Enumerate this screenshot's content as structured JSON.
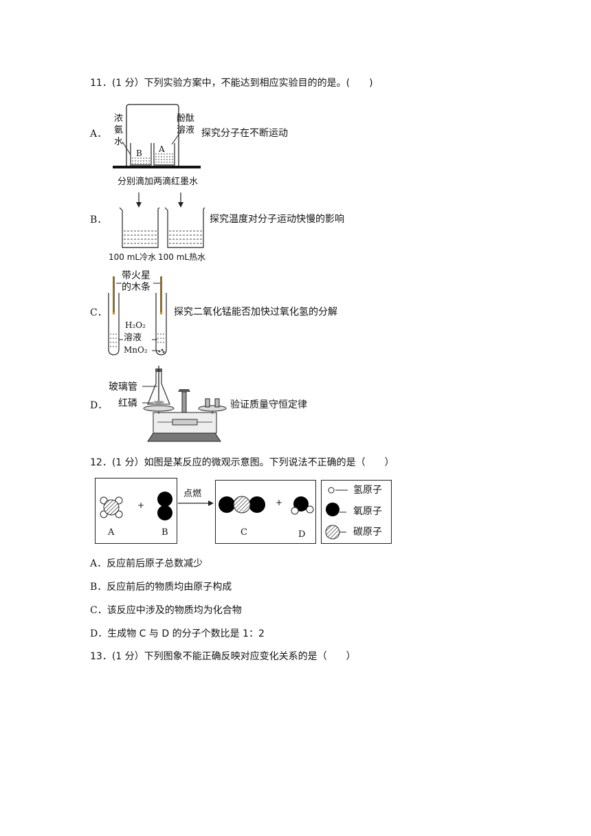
{
  "q11": {
    "stem": "11．(1 分）下列实验方案中，不能达到相应实验目的的是。(　　)",
    "options": {
      "A": {
        "letter": "A．",
        "text": "探究分子在不断运动",
        "labels": {
          "ammonia": [
            "浓",
            "氨",
            "水"
          ],
          "phenol": [
            "酚酞",
            "溶液"
          ],
          "beakerB": "B",
          "beakerA": "A"
        }
      },
      "B": {
        "letter": "B．",
        "text": "探究温度对分子运动快慢的影响",
        "labels": {
          "top": "分别滴加两滴红墨水",
          "cold": "100 mL冷水",
          "hot": "100 mL热水"
        }
      },
      "C": {
        "letter": "C．",
        "text": "探究二氧化锰能否加快过氧化氢的分解",
        "labels": {
          "stick1": "带火星",
          "stick2": "的木条",
          "h2o2": "H₂O₂",
          "sol": "溶液",
          "mno2": "MnO₂"
        }
      },
      "D": {
        "letter": "D．",
        "text": "验证质量守恒定律",
        "labels": {
          "glass": "玻璃管",
          "phos": "红磷"
        }
      }
    }
  },
  "q12": {
    "stem": "12．(1 分）如图是某反应的微观示意图。下列说法不正确的是（　　）",
    "diagram": {
      "reactant_labels": [
        "A",
        "B"
      ],
      "product_labels": [
        "C",
        "D"
      ],
      "plus": "+",
      "condition": "点燃",
      "legend": [
        "氢原子",
        "氧原子",
        "碳原子"
      ]
    },
    "options": [
      {
        "letter": "A．",
        "text": "反应前后原子总数减少"
      },
      {
        "letter": "B．",
        "text": "反应前后的物质均由原子构成"
      },
      {
        "letter": "C．",
        "text": "该反应中涉及的物质均为化合物"
      },
      {
        "letter": "D．",
        "text": "生成物 C 与 D 的分子个数比是 1：2"
      }
    ]
  },
  "q13": {
    "stem": "13．(1 分）下列图象不能正确反映对应变化关系的是（　　）"
  }
}
